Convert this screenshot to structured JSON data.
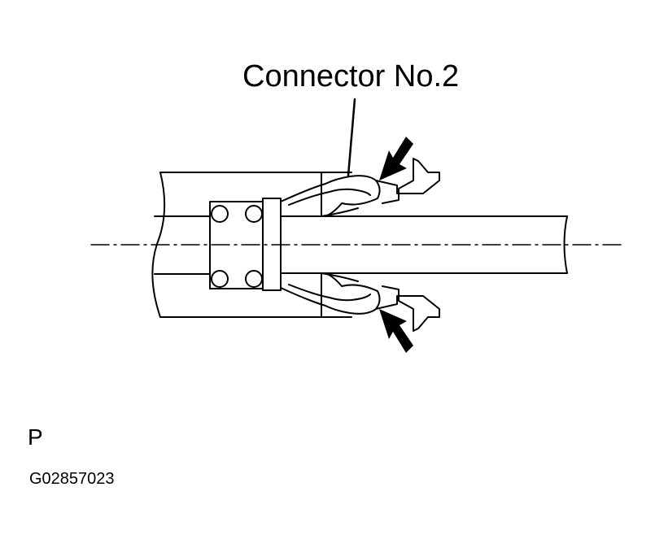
{
  "callout": {
    "label": "Connector No.2"
  },
  "footer": {
    "view_code": "P",
    "figure_id": "G02857023"
  },
  "colors": {
    "line": "#000000",
    "background": "#ffffff"
  },
  "icons": {
    "pointer": "arrow-icon"
  }
}
